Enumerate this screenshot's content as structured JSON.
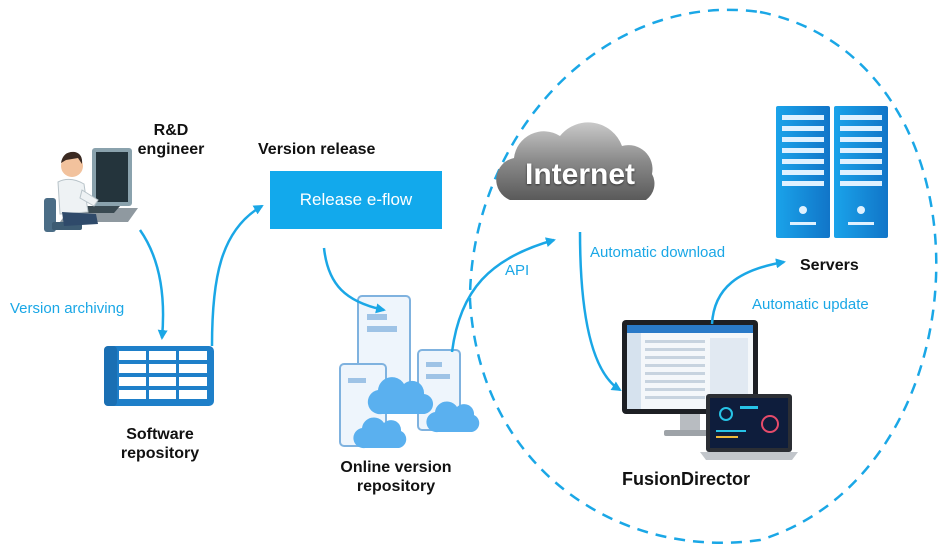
{
  "nodes": {
    "engineer": {
      "line1": "R&D",
      "line2": "engineer"
    },
    "version_release": "Version release",
    "release_eflow": "Release e-flow",
    "software_repo": {
      "line1": "Software",
      "line2": "repository"
    },
    "online_repo": {
      "line1": "Online version",
      "line2": "repository"
    },
    "internet": "Internet",
    "servers": "Servers",
    "fusiondirector": "FusionDirector"
  },
  "flows": {
    "version_archiving": "Version archiving",
    "api": "API",
    "automatic_download": "Automatic download",
    "automatic_update": "Automatic update"
  },
  "colors": {
    "accent": "#1aa7e6",
    "box": "#12a9ec",
    "server": "#1e9ee4",
    "cloud": "#7d7d7d",
    "dashed_circle": "#1aa7e6"
  }
}
